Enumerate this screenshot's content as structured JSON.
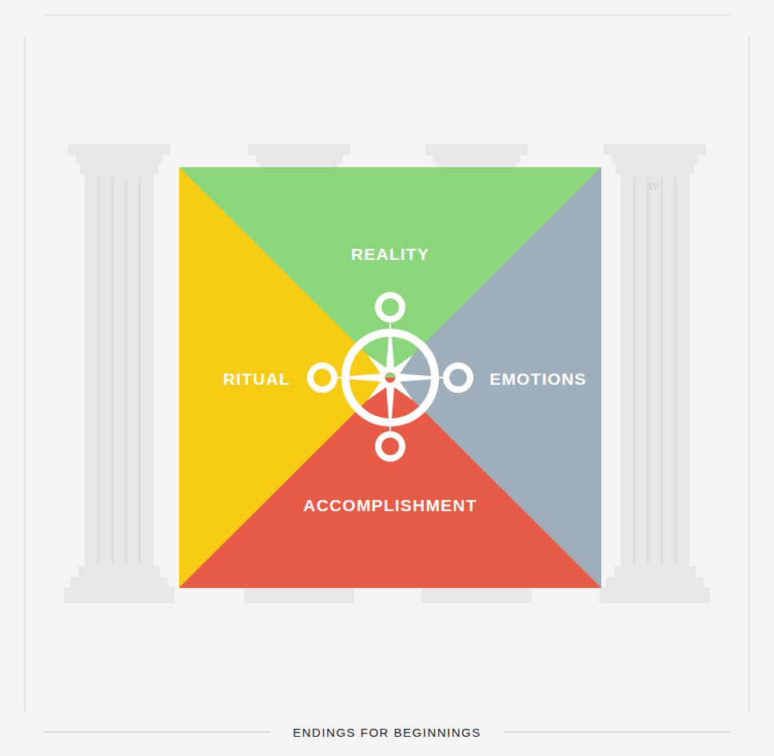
{
  "diagram": {
    "caption": "ENDINGS FOR BEGINNINGS",
    "nodes": [
      {
        "text": [
          "REALITY"
        ]
      },
      {
        "text": [
          "RITUAL"
        ]
      },
      {
        "text": [
          "EMOTIONS"
        ]
      },
      {
        "text": [
          "ACCOMPLISHMENT"
        ]
      }
    ],
    "labels": [
      "IV"
    ]
  }
}
